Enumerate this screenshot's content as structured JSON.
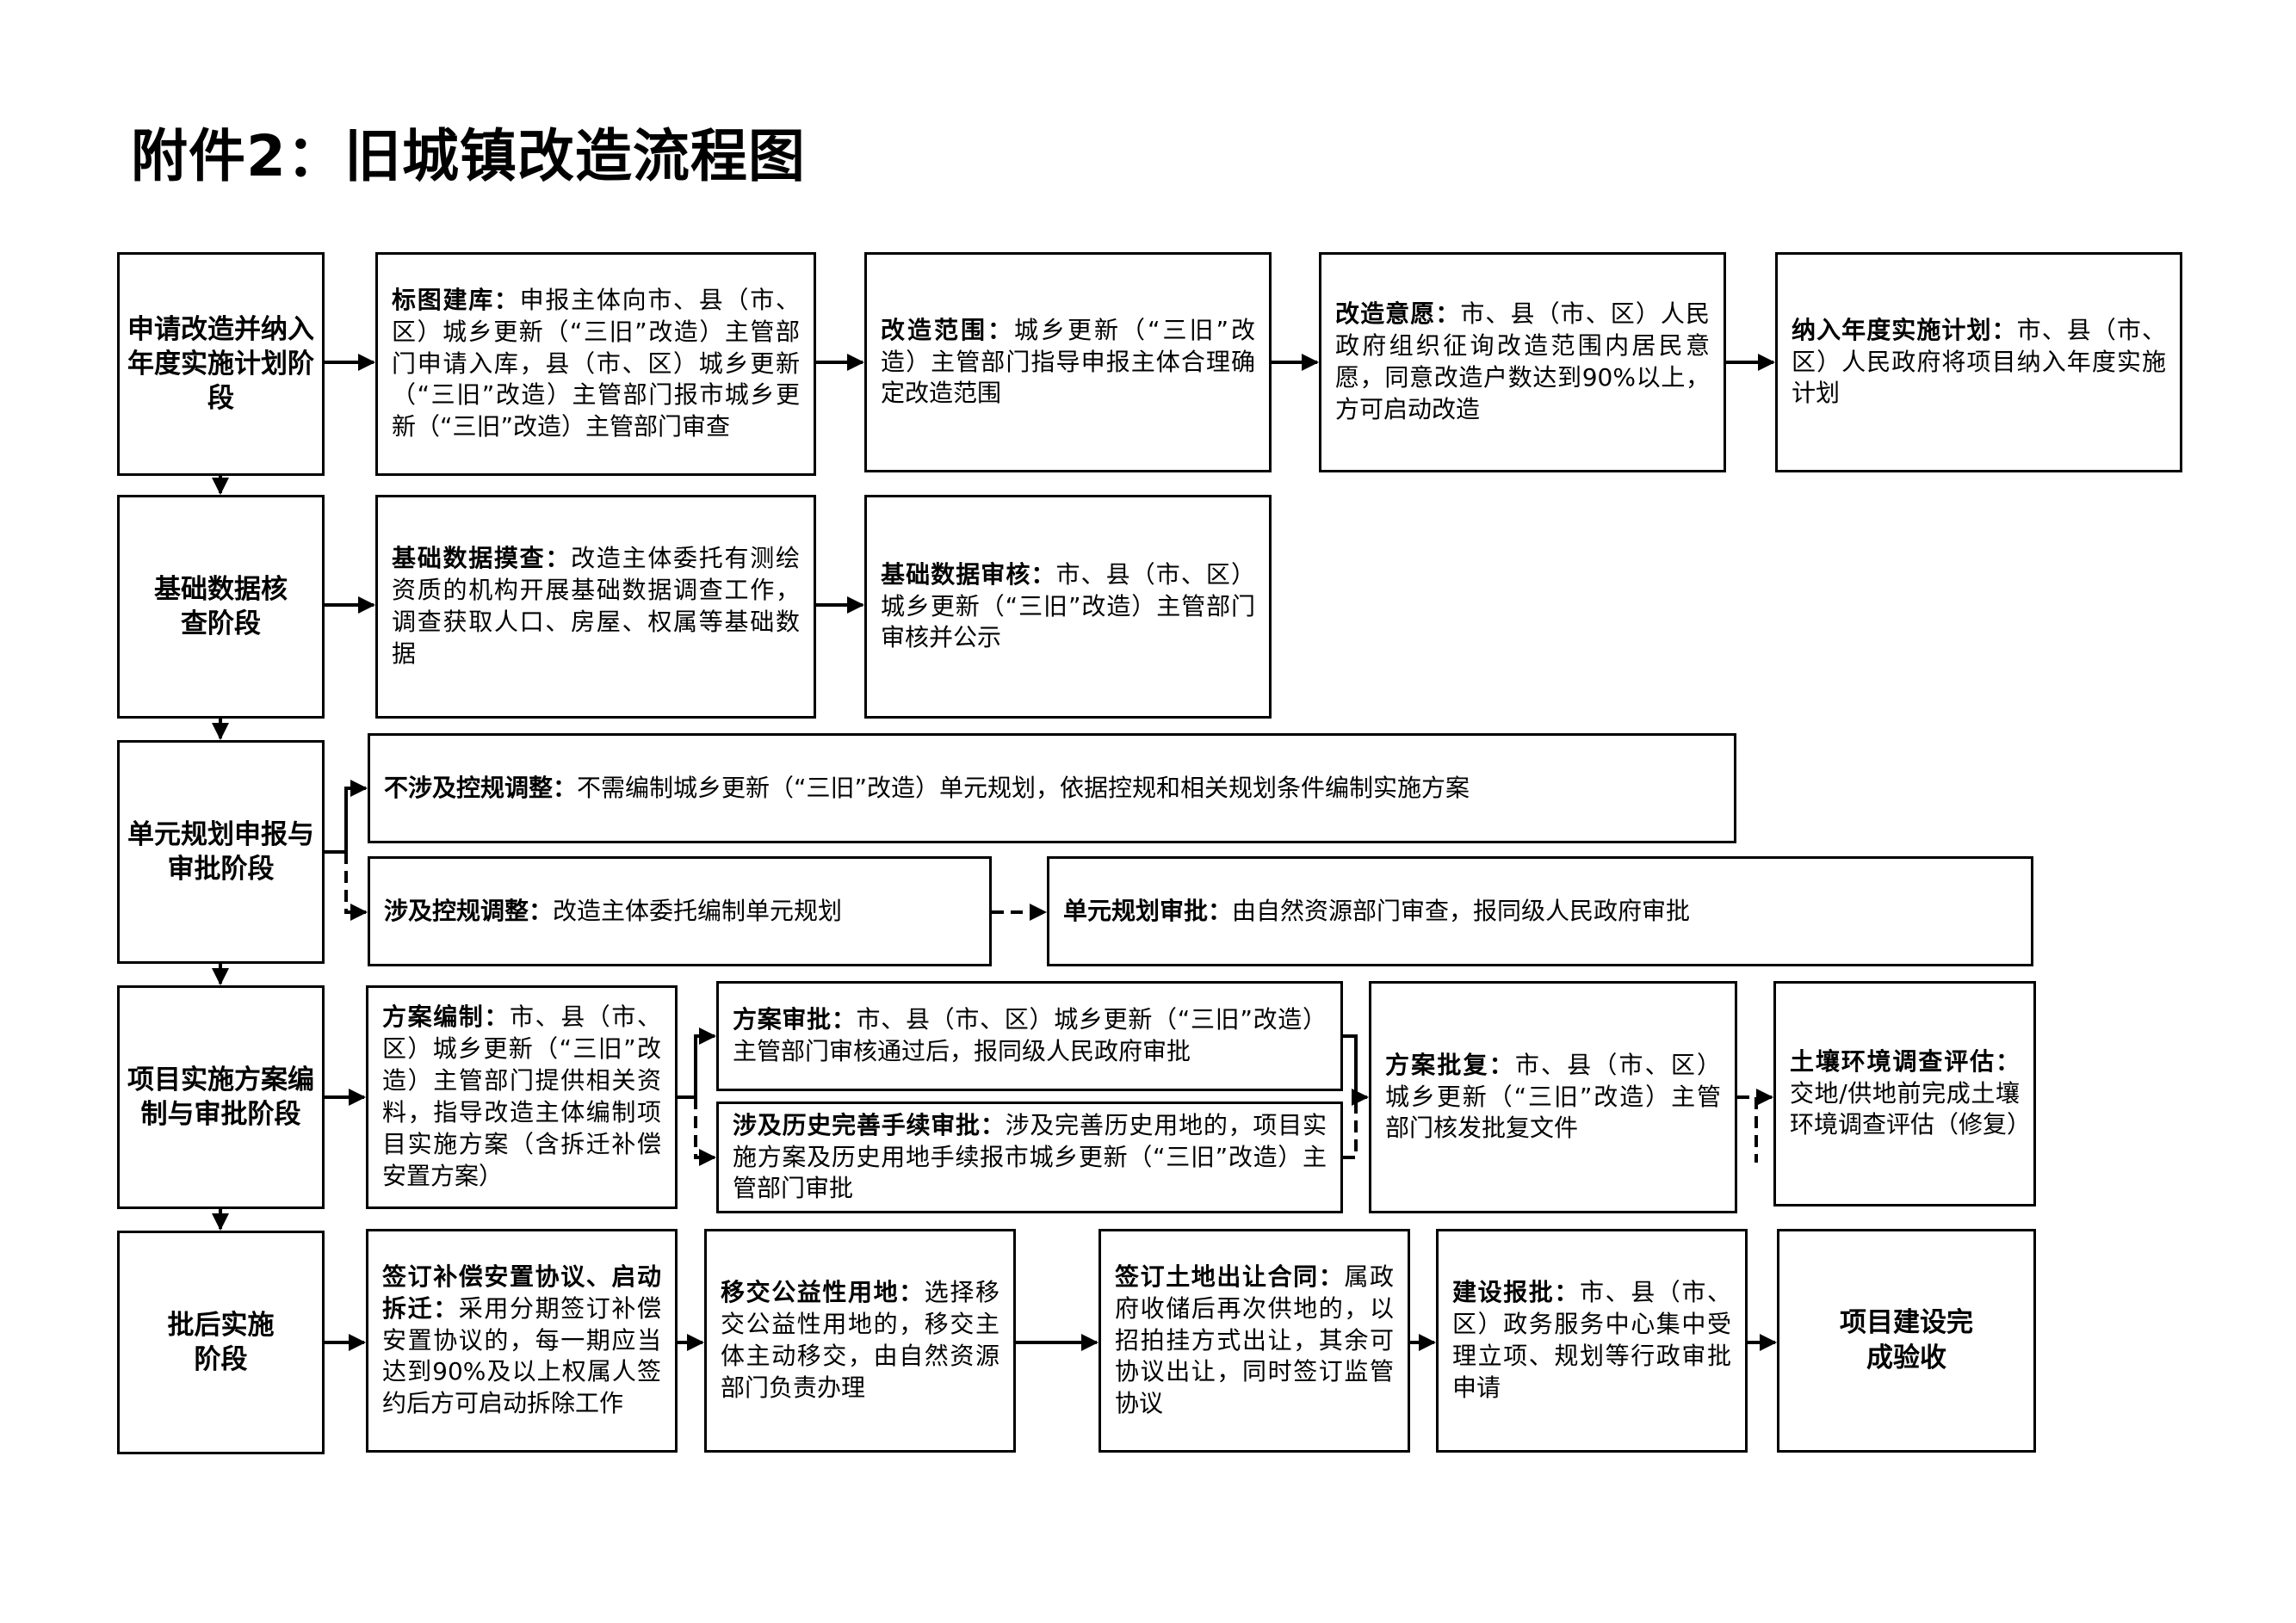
{
  "title": "附件2：旧城镇改造流程图",
  "stages": [
    "申请改造并纳入年度实施计划阶段",
    "基础数据核查阶段",
    "单元规划申报与审批阶段",
    "项目实施方案编制与审批阶段",
    "批后实施阶段"
  ],
  "row1": [
    {
      "label": "标图建库：",
      "text": "申报主体向市、县（市、区）城乡更新（“三旧”改造）主管部门申请入库，县（市、区）城乡更新（“三旧”改造）主管部门报市城乡更新（“三旧”改造）主管部门审查"
    },
    {
      "label": "改造范围：",
      "text": "城乡更新（“三旧”改造）主管部门指导申报主体合理确定改造范围"
    },
    {
      "label": "改造意愿：",
      "text": "市、县（市、区）人民政府组织征询改造范围内居民意愿，同意改造户数达到90%以上，方可启动改造"
    },
    {
      "label": "纳入年度实施计划：",
      "text": "市、县（市、区）人民政府将项目纳入年度实施计划"
    }
  ],
  "row2": [
    {
      "label": "基础数据摸查：",
      "text": "改造主体委托有测绘资质的机构开展基础数据调查工作，调查获取人口、房屋、权属等基础数据"
    },
    {
      "label": "基础数据审核：",
      "text": "市、县（市、区）城乡更新（“三旧”改造）主管部门审核并公示"
    }
  ],
  "row3": [
    {
      "label": "不涉及控规调整：",
      "text": "不需编制城乡更新（“三旧”改造）单元规划，依据控规和相关规划条件编制实施方案"
    },
    {
      "label": "涉及控规调整：",
      "text": "改造主体委托编制单元规划"
    },
    {
      "label": "单元规划审批：",
      "text": "由自然资源部门审查，报同级人民政府审批"
    }
  ],
  "row4": [
    {
      "label": "方案编制：",
      "text": "市、县（市、区）城乡更新（“三旧”改造）主管部门提供相关资料，指导改造主体编制项目实施方案（含拆迁补偿安置方案）"
    },
    {
      "label": "方案审批：",
      "text": "市、县（市、区）城乡更新（“三旧”改造）主管部门审核通过后，报同级人民政府审批"
    },
    {
      "label": "涉及历史完善手续审批：",
      "text": "涉及完善历史用地的，项目实施方案及历史用地手续报市城乡更新（“三旧”改造）主管部门审批"
    },
    {
      "label": "方案批复：",
      "text": "市、县（市、区）城乡更新（“三旧”改造）主管部门核发批复文件"
    },
    {
      "label": "土壤环境调查评估：",
      "text": "交地/供地前完成土壤环境调查评估（修复）"
    }
  ],
  "row5": [
    {
      "label": "签订补偿安置协议、启动拆迁：",
      "text": "采用分期签订补偿安置协议的，每一期应当达到90%及以上权属人签约后方可启动拆除工作"
    },
    {
      "label": "移交公益性用地：",
      "text": "选择移交公益性用地的，移交主体主动移交，由自然资源部门负责办理"
    },
    {
      "label": "签订土地出让合同：",
      "text": "属政府收储后再次供地的，以招拍挂方式出让，其余可协议出让，同时签订监管协议"
    },
    {
      "label": "建设报批：",
      "text": "市、县（市、区）政务服务中心集中受理立项、规划等行政审批申请"
    },
    {
      "label": "",
      "text": "项目建设完成验收"
    }
  ]
}
